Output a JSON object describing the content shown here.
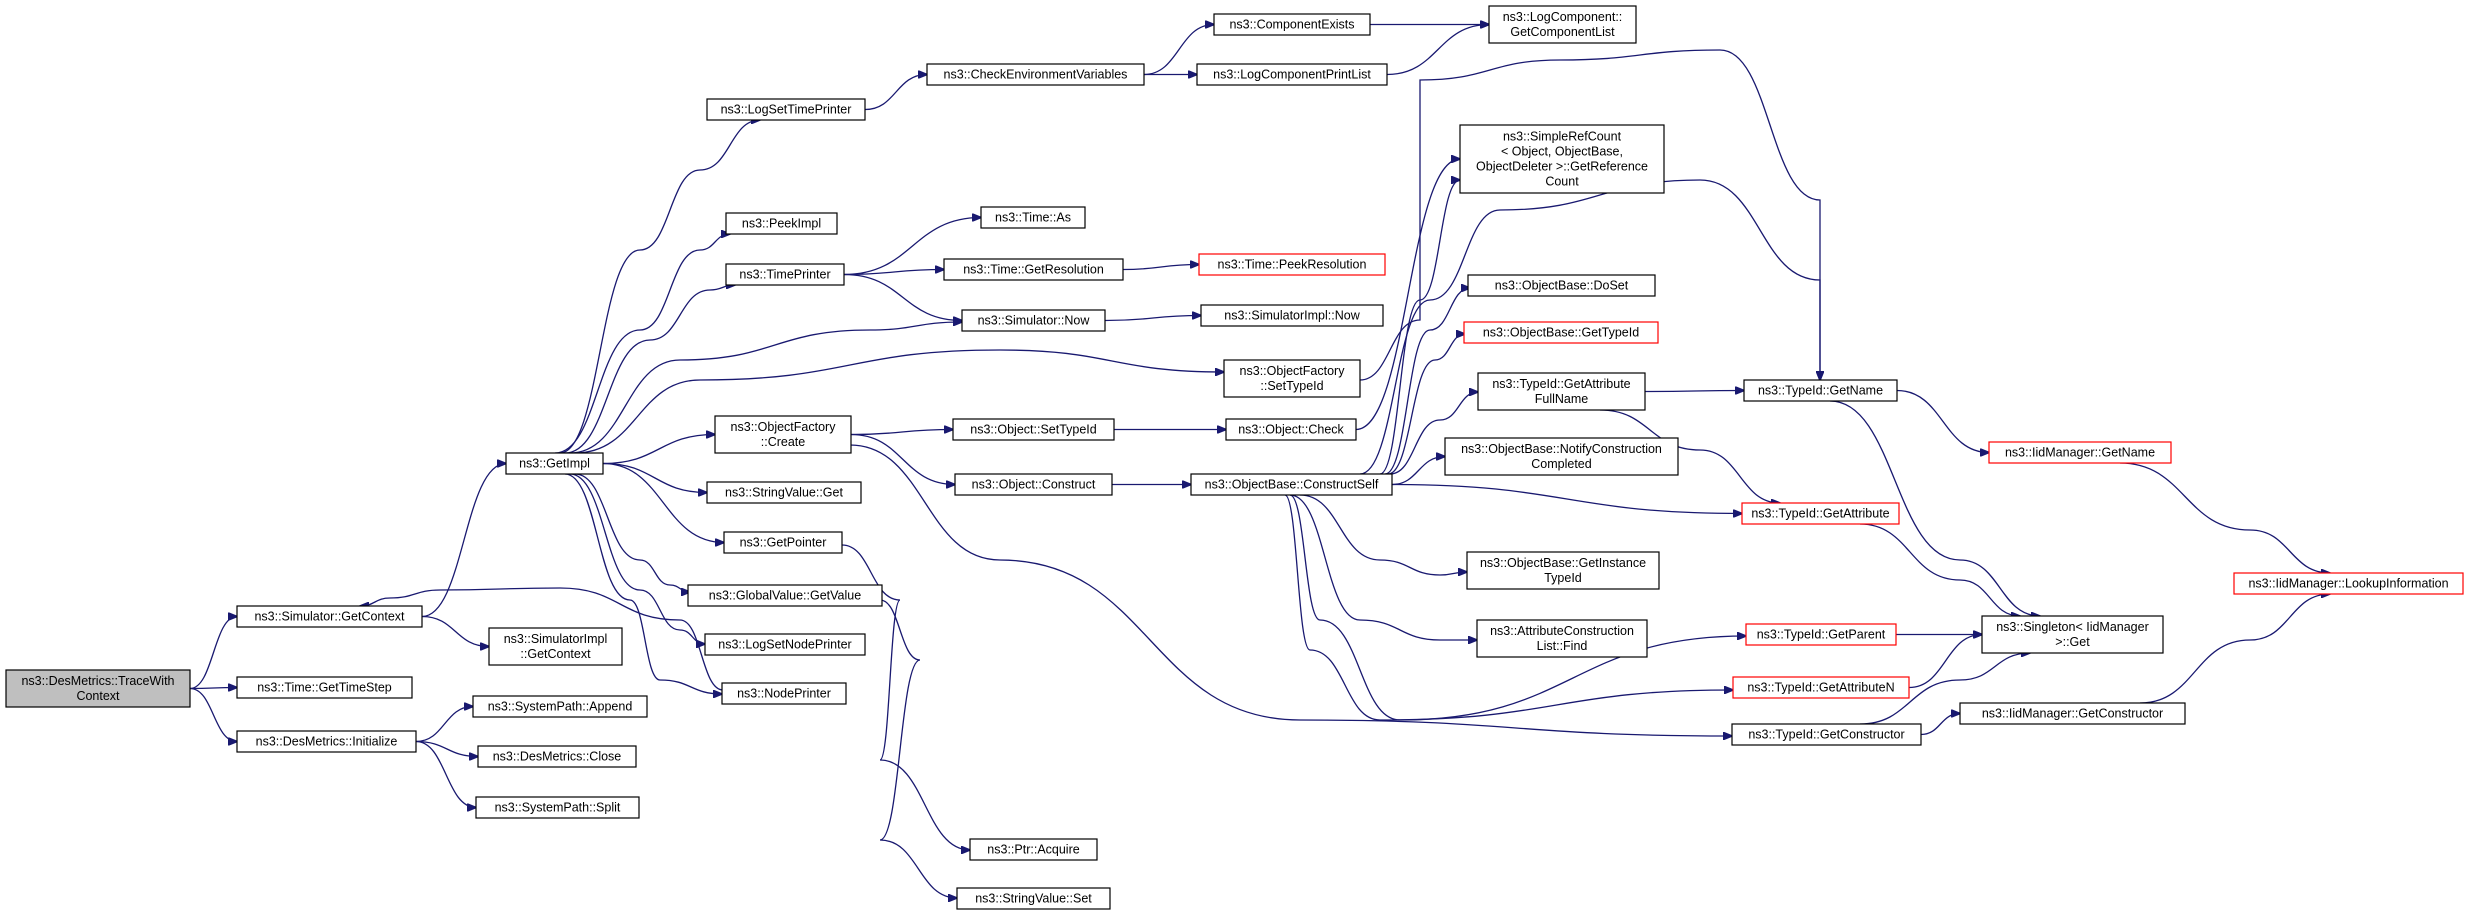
{
  "graph": {
    "nodes": [
      {
        "id": "trace_with_context",
        "lines": [
          "ns3::DesMetrics::TraceWith",
          "Context"
        ],
        "style": "root"
      },
      {
        "id": "sim_get_context",
        "lines": [
          "ns3::Simulator::GetContext"
        ],
        "style": "normal"
      },
      {
        "id": "time_get_time_step",
        "lines": [
          "ns3::Time::GetTimeStep"
        ],
        "style": "normal"
      },
      {
        "id": "desmetrics_initialize",
        "lines": [
          "ns3::DesMetrics::Initialize"
        ],
        "style": "normal"
      },
      {
        "id": "get_impl",
        "lines": [
          "ns3::GetImpl"
        ],
        "style": "normal"
      },
      {
        "id": "simimpl_get_context",
        "lines": [
          "ns3::SimulatorImpl",
          "::GetContext"
        ],
        "style": "normal"
      },
      {
        "id": "systempath_append",
        "lines": [
          "ns3::SystemPath::Append"
        ],
        "style": "normal"
      },
      {
        "id": "desmetrics_close",
        "lines": [
          "ns3::DesMetrics::Close"
        ],
        "style": "normal"
      },
      {
        "id": "systempath_split",
        "lines": [
          "ns3::SystemPath::Split"
        ],
        "style": "normal"
      },
      {
        "id": "log_set_time_printer",
        "lines": [
          "ns3::LogSetTimePrinter"
        ],
        "style": "normal"
      },
      {
        "id": "peek_impl",
        "lines": [
          "ns3::PeekImpl"
        ],
        "style": "normal"
      },
      {
        "id": "time_printer",
        "lines": [
          "ns3::TimePrinter"
        ],
        "style": "normal"
      },
      {
        "id": "objfactory_create",
        "lines": [
          "ns3::ObjectFactory",
          "::Create"
        ],
        "style": "normal"
      },
      {
        "id": "stringvalue_get",
        "lines": [
          "ns3::StringValue::Get"
        ],
        "style": "normal"
      },
      {
        "id": "get_pointer",
        "lines": [
          "ns3::GetPointer"
        ],
        "style": "normal"
      },
      {
        "id": "globalvalue_getvalue",
        "lines": [
          "ns3::GlobalValue::GetValue"
        ],
        "style": "normal"
      },
      {
        "id": "log_set_node_printer",
        "lines": [
          "ns3::LogSetNodePrinter"
        ],
        "style": "normal"
      },
      {
        "id": "node_printer",
        "lines": [
          "ns3::NodePrinter"
        ],
        "style": "normal"
      },
      {
        "id": "check_env_vars",
        "lines": [
          "ns3::CheckEnvironmentVariables"
        ],
        "style": "normal"
      },
      {
        "id": "time_as",
        "lines": [
          "ns3::Time::As"
        ],
        "style": "normal"
      },
      {
        "id": "time_get_resolution",
        "lines": [
          "ns3::Time::GetResolution"
        ],
        "style": "normal"
      },
      {
        "id": "simulator_now",
        "lines": [
          "ns3::Simulator::Now"
        ],
        "style": "normal"
      },
      {
        "id": "object_set_typeid",
        "lines": [
          "ns3::Object::SetTypeId"
        ],
        "style": "normal"
      },
      {
        "id": "object_construct",
        "lines": [
          "ns3::Object::Construct"
        ],
        "style": "normal"
      },
      {
        "id": "ptr_acquire",
        "lines": [
          "ns3::Ptr::Acquire"
        ],
        "style": "normal"
      },
      {
        "id": "stringvalue_set",
        "lines": [
          "ns3::StringValue::Set"
        ],
        "style": "normal"
      },
      {
        "id": "component_exists",
        "lines": [
          "ns3::ComponentExists"
        ],
        "style": "normal"
      },
      {
        "id": "log_component_print_list",
        "lines": [
          "ns3::LogComponentPrintList"
        ],
        "style": "normal"
      },
      {
        "id": "time_peek_resolution",
        "lines": [
          "ns3::Time::PeekResolution"
        ],
        "style": "red"
      },
      {
        "id": "simimpl_now",
        "lines": [
          "ns3::SimulatorImpl::Now"
        ],
        "style": "normal"
      },
      {
        "id": "objfactory_settypeid",
        "lines": [
          "ns3::ObjectFactory",
          "::SetTypeId"
        ],
        "style": "normal"
      },
      {
        "id": "object_check",
        "lines": [
          "ns3::Object::Check"
        ],
        "style": "normal"
      },
      {
        "id": "objectbase_construct_self",
        "lines": [
          "ns3::ObjectBase::ConstructSelf"
        ],
        "style": "normal"
      },
      {
        "id": "logcomponent_get_list",
        "lines": [
          "ns3::LogComponent::",
          "GetComponentList"
        ],
        "style": "normal"
      },
      {
        "id": "simple_ref_count",
        "lines": [
          "ns3::SimpleRefCount",
          "< Object, ObjectBase,",
          " ObjectDeleter >::GetReference",
          "Count"
        ],
        "style": "normal"
      },
      {
        "id": "objectbase_doset",
        "lines": [
          "ns3::ObjectBase::DoSet"
        ],
        "style": "normal"
      },
      {
        "id": "objectbase_gettypeid",
        "lines": [
          "ns3::ObjectBase::GetTypeId"
        ],
        "style": "red"
      },
      {
        "id": "typeid_get_attr_full_name",
        "lines": [
          "ns3::TypeId::GetAttribute",
          "FullName"
        ],
        "style": "normal"
      },
      {
        "id": "objectbase_notify",
        "lines": [
          "ns3::ObjectBase::NotifyConstruction",
          "Completed"
        ],
        "style": "normal"
      },
      {
        "id": "objectbase_get_instance_typeid",
        "lines": [
          "ns3::ObjectBase::GetInstance",
          "TypeId"
        ],
        "style": "normal"
      },
      {
        "id": "attr_construction_list_find",
        "lines": [
          "ns3::AttributeConstruction",
          "List::Find"
        ],
        "style": "normal"
      },
      {
        "id": "typeid_getname",
        "lines": [
          "ns3::TypeId::GetName"
        ],
        "style": "normal"
      },
      {
        "id": "typeid_getattribute",
        "lines": [
          "ns3::TypeId::GetAttribute"
        ],
        "style": "red"
      },
      {
        "id": "typeid_getparent",
        "lines": [
          "ns3::TypeId::GetParent"
        ],
        "style": "red"
      },
      {
        "id": "typeid_getattributen",
        "lines": [
          "ns3::TypeId::GetAttributeN"
        ],
        "style": "red"
      },
      {
        "id": "typeid_getconstructor",
        "lines": [
          "ns3::TypeId::GetConstructor"
        ],
        "style": "normal"
      },
      {
        "id": "iidmanager_getname",
        "lines": [
          "ns3::IidManager::GetName"
        ],
        "style": "red"
      },
      {
        "id": "singleton_get",
        "lines": [
          "ns3::Singleton< IidManager",
          " >::Get"
        ],
        "style": "normal"
      },
      {
        "id": "iidmanager_getconstructor",
        "lines": [
          "ns3::IidManager::GetConstructor"
        ],
        "style": "normal"
      },
      {
        "id": "iidmanager_lookup",
        "lines": [
          "ns3::IidManager::LookupInformation"
        ],
        "style": "red"
      }
    ],
    "edges": [
      {
        "from": "trace_with_context",
        "to": "sim_get_context"
      },
      {
        "from": "trace_with_context",
        "to": "time_get_time_step"
      },
      {
        "from": "trace_with_context",
        "to": "desmetrics_initialize"
      },
      {
        "from": "sim_get_context",
        "to": "get_impl"
      },
      {
        "from": "sim_get_context",
        "to": "simimpl_get_context"
      },
      {
        "from": "desmetrics_initialize",
        "to": "systempath_append"
      },
      {
        "from": "desmetrics_initialize",
        "to": "desmetrics_close"
      },
      {
        "from": "desmetrics_initialize",
        "to": "systempath_split"
      },
      {
        "from": "get_impl",
        "to": "log_set_time_printer"
      },
      {
        "from": "get_impl",
        "to": "peek_impl"
      },
      {
        "from": "get_impl",
        "to": "time_printer"
      },
      {
        "from": "get_impl",
        "to": "simulator_now"
      },
      {
        "from": "get_impl",
        "to": "objfactory_settypeid"
      },
      {
        "from": "get_impl",
        "to": "objfactory_create"
      },
      {
        "from": "get_impl",
        "to": "stringvalue_get"
      },
      {
        "from": "get_impl",
        "to": "get_pointer"
      },
      {
        "from": "get_impl",
        "to": "globalvalue_getvalue"
      },
      {
        "from": "get_impl",
        "to": "log_set_node_printer"
      },
      {
        "from": "get_impl",
        "to": "node_printer"
      },
      {
        "from": "node_printer",
        "to": "sim_get_context"
      },
      {
        "from": "log_set_time_printer",
        "to": "check_env_vars"
      },
      {
        "from": "check_env_vars",
        "to": "component_exists"
      },
      {
        "from": "check_env_vars",
        "to": "log_component_print_list"
      },
      {
        "from": "component_exists",
        "to": "logcomponent_get_list"
      },
      {
        "from": "log_component_print_list",
        "to": "logcomponent_get_list"
      },
      {
        "from": "time_printer",
        "to": "time_as"
      },
      {
        "from": "time_printer",
        "to": "time_get_resolution"
      },
      {
        "from": "time_printer",
        "to": "simulator_now"
      },
      {
        "from": "time_get_resolution",
        "to": "time_peek_resolution"
      },
      {
        "from": "simulator_now",
        "to": "simimpl_now"
      },
      {
        "from": "objfactory_create",
        "to": "object_set_typeid"
      },
      {
        "from": "objfactory_create",
        "to": "object_construct"
      },
      {
        "from": "objfactory_create",
        "to": "typeid_getconstructor"
      },
      {
        "from": "object_set_typeid",
        "to": "object_check"
      },
      {
        "from": "object_construct",
        "to": "objectbase_construct_self"
      },
      {
        "from": "get_pointer",
        "to": "ptr_acquire"
      },
      {
        "from": "globalvalue_getvalue",
        "to": "stringvalue_set"
      },
      {
        "from": "objfactory_settypeid",
        "to": "typeid_getname"
      },
      {
        "from": "object_check",
        "to": "simple_ref_count"
      },
      {
        "from": "objectbase_construct_self",
        "to": "simple_ref_count"
      },
      {
        "from": "objectbase_construct_self",
        "to": "objectbase_doset"
      },
      {
        "from": "objectbase_construct_self",
        "to": "objectbase_gettypeid"
      },
      {
        "from": "objectbase_construct_self",
        "to": "typeid_get_attr_full_name"
      },
      {
        "from": "objectbase_construct_self",
        "to": "objectbase_notify"
      },
      {
        "from": "objectbase_construct_self",
        "to": "typeid_getname"
      },
      {
        "from": "objectbase_construct_self",
        "to": "typeid_getattribute"
      },
      {
        "from": "objectbase_construct_self",
        "to": "objectbase_get_instance_typeid"
      },
      {
        "from": "objectbase_construct_self",
        "to": "attr_construction_list_find"
      },
      {
        "from": "objectbase_construct_self",
        "to": "typeid_getparent"
      },
      {
        "from": "objectbase_construct_self",
        "to": "typeid_getattributen"
      },
      {
        "from": "typeid_get_attr_full_name",
        "to": "typeid_getname"
      },
      {
        "from": "typeid_get_attr_full_name",
        "to": "typeid_getattribute"
      },
      {
        "from": "typeid_getname",
        "to": "iidmanager_getname"
      },
      {
        "from": "typeid_getname",
        "to": "singleton_get"
      },
      {
        "from": "typeid_getattribute",
        "to": "singleton_get"
      },
      {
        "from": "typeid_getparent",
        "to": "singleton_get"
      },
      {
        "from": "typeid_getattributen",
        "to": "singleton_get"
      },
      {
        "from": "typeid_getconstructor",
        "to": "singleton_get"
      },
      {
        "from": "typeid_getconstructor",
        "to": "iidmanager_getconstructor"
      },
      {
        "from": "iidmanager_getname",
        "to": "iidmanager_lookup"
      },
      {
        "from": "iidmanager_getconstructor",
        "to": "iidmanager_lookup"
      }
    ]
  }
}
